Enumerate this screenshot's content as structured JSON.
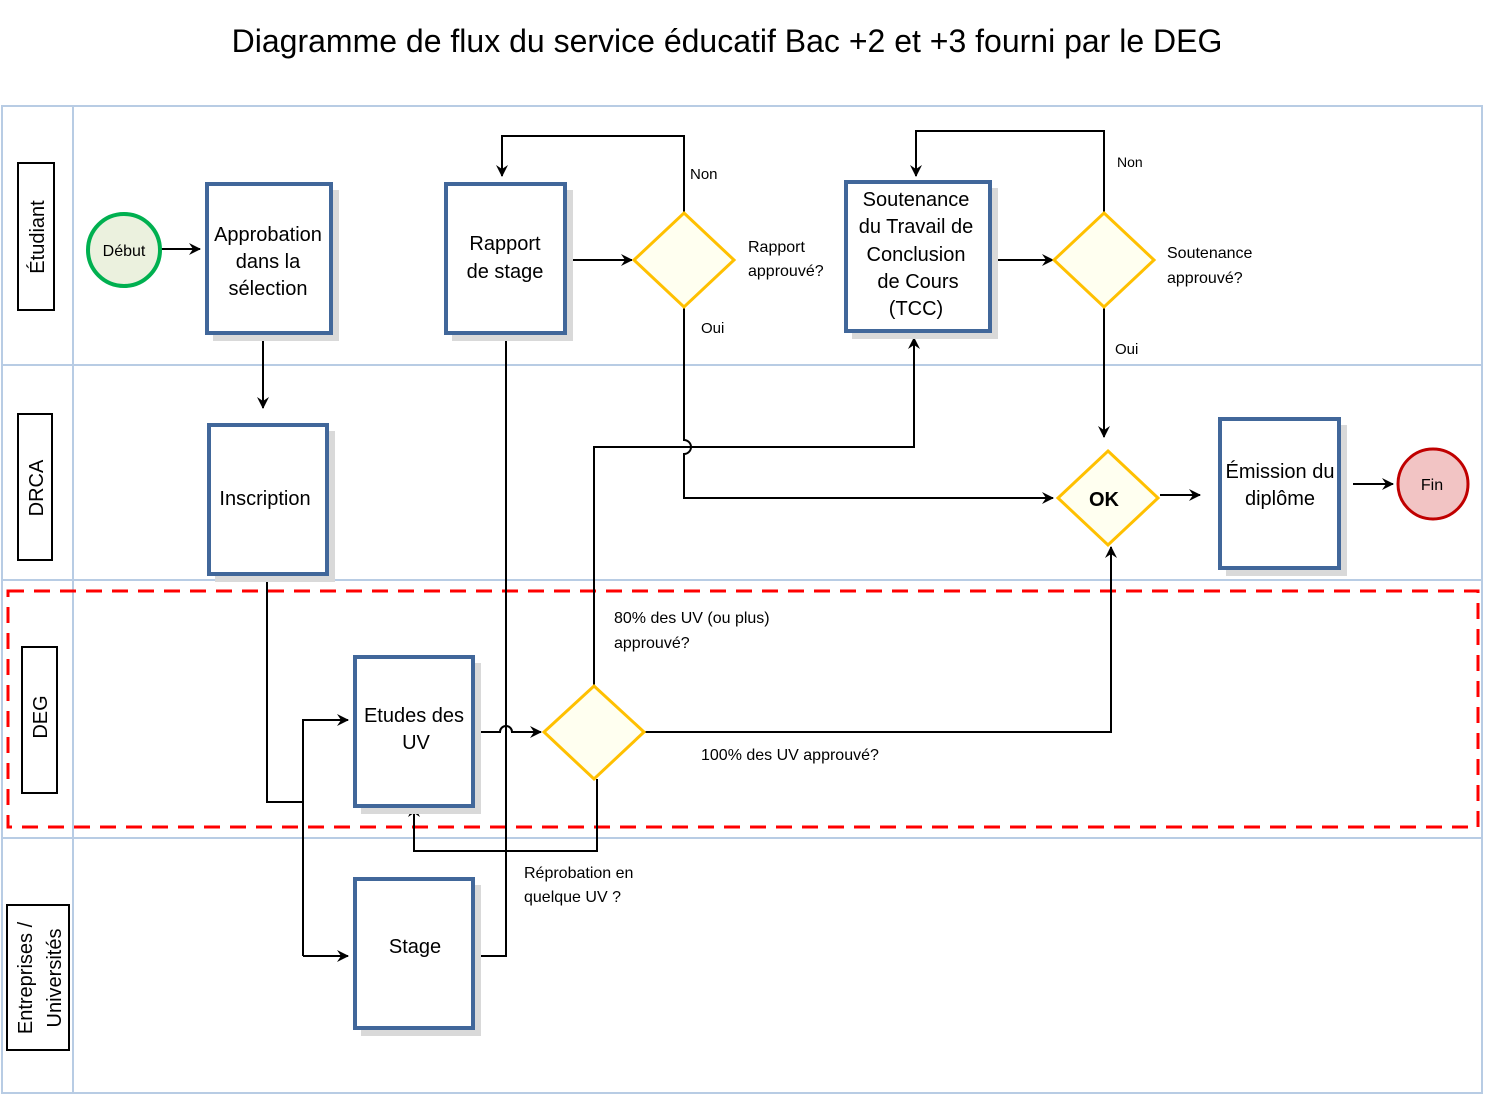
{
  "title": "Diagramme de flux du service éducatif Bac +2 et +3  fourni par le DEG",
  "lanes": {
    "etudiant": "Étudiant",
    "drca": "DRCA",
    "deg": "DEG",
    "entreprises_1": "Entreprises /",
    "entreprises_2": "Universités"
  },
  "nodes": {
    "debut": "Début",
    "approbation": [
      "Approbation",
      "dans la",
      "sélection"
    ],
    "rapport": [
      "Rapport",
      "de stage"
    ],
    "soutenance": [
      "Soutenance",
      "du Travail de",
      "Conclusion",
      "de Cours",
      "(TCC)"
    ],
    "inscription": "Inscription",
    "ok": "OK",
    "emission": [
      "Émission du",
      "diplôme"
    ],
    "fin": "Fin",
    "etudes": [
      "Etudes des",
      "UV"
    ],
    "stage": "Stage"
  },
  "labels": {
    "rapport_q": [
      "Rapport",
      "approuvé?"
    ],
    "soutenance_q": [
      "Soutenance",
      "approuvé?"
    ],
    "non1": "Non",
    "oui1": "Oui",
    "non2": "Non",
    "oui2": "Oui",
    "uv80": [
      "80% des UV (ou plus)",
      "approuvé?"
    ],
    "uv100": "100%  des UV approuvé?",
    "reprobation": [
      "Réprobation  en",
      "quelque UV ?"
    ]
  },
  "colors": {
    "box_stroke": "#41679a",
    "decision_stroke": "#ffc000",
    "start": "#00b050",
    "end": "#c00000",
    "deg_highlight": "#ff0000",
    "lane_border": "#b8cce4"
  }
}
